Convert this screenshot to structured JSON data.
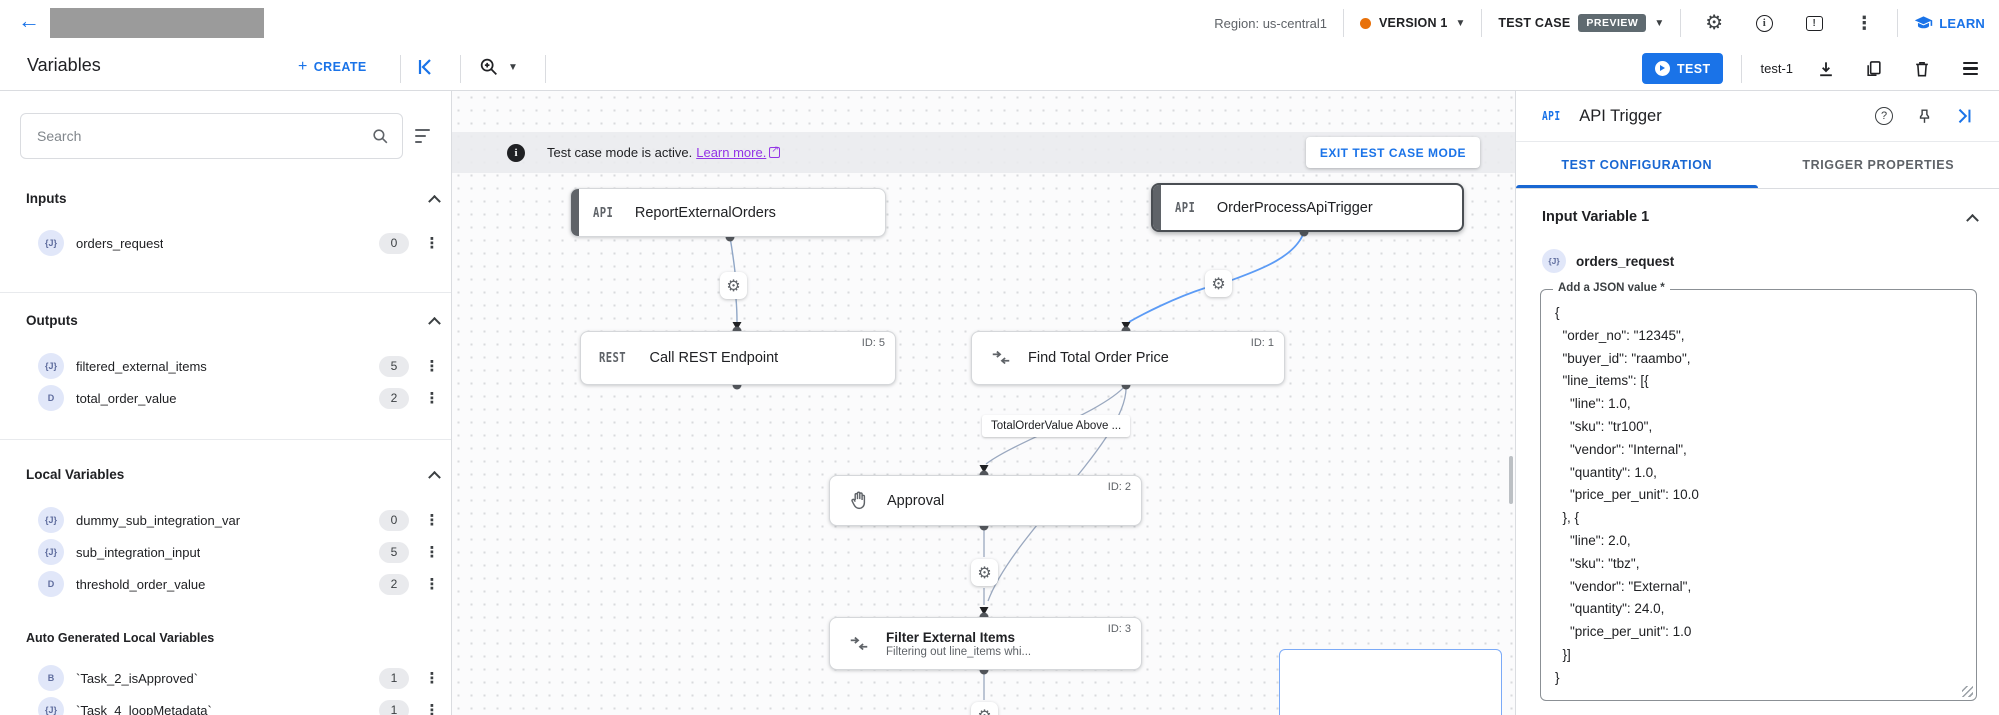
{
  "header": {
    "region": "Region: us-central1",
    "version_label": "VERSION 1",
    "test_case_label": "TEST CASE",
    "preview_badge": "PREVIEW",
    "learn_label": "LEARN"
  },
  "toolbar": {
    "title": "Variables",
    "create_label": "CREATE",
    "create_plus": "+",
    "test_button": "TEST",
    "test_name": "test-1"
  },
  "sidebar": {
    "search_placeholder": "Search",
    "sections": [
      {
        "title": "Inputs",
        "items": [
          {
            "type": "{J}",
            "name": "orders_request",
            "count": "0"
          }
        ]
      },
      {
        "title": "Outputs",
        "items": [
          {
            "type": "{J}",
            "name": "filtered_external_items",
            "count": "5"
          },
          {
            "type": "D",
            "name": "total_order_value",
            "count": "2"
          }
        ]
      },
      {
        "title": "Local Variables",
        "items": [
          {
            "type": "{J}",
            "name": "dummy_sub_integration_var",
            "count": "0"
          },
          {
            "type": "{J}",
            "name": "sub_integration_input",
            "count": "5"
          },
          {
            "type": "D",
            "name": "threshold_order_value",
            "count": "2"
          }
        ]
      },
      {
        "title": "Auto Generated Local Variables",
        "items": [
          {
            "type": "B",
            "name": "`Task_2_isApproved`",
            "count": "1"
          },
          {
            "type": "{J}",
            "name": "`Task_4_loopMetadata`",
            "count": "1"
          }
        ]
      }
    ]
  },
  "canvas": {
    "banner": {
      "text": "Test case mode is active.",
      "link": "Learn more.",
      "exit_button": "EXIT TEST CASE MODE"
    },
    "nodes": [
      {
        "badge": "API",
        "title": "ReportExternalOrders"
      },
      {
        "badge": "API",
        "title": "OrderProcessApiTrigger"
      },
      {
        "badge": "REST",
        "title": "Call REST Endpoint",
        "id": "ID: 5"
      },
      {
        "title": "Find Total Order Price",
        "id": "ID: 1"
      },
      {
        "title": "Approval",
        "id": "ID: 2"
      },
      {
        "title": "Filter External Items",
        "subtitle": "Filtering out line_items whi...",
        "id": "ID: 3"
      }
    ],
    "edge_label": "TotalOrderValue Above ..."
  },
  "panel": {
    "icon_label": "API",
    "title": "API Trigger",
    "tabs": [
      "TEST CONFIGURATION",
      "TRIGGER PROPERTIES"
    ],
    "section_title": "Input Variable 1",
    "var_type": "{J}",
    "var_name": "orders_request",
    "field_label": "Add a JSON value *",
    "json_value": "{\n  \"order_no\": \"12345\",\n  \"buyer_id\": \"raambo\",\n  \"line_items\": [{\n    \"line\": 1.0,\n    \"sku\": \"tr100\",\n    \"vendor\": \"Internal\",\n    \"quantity\": 1.0,\n    \"price_per_unit\": 10.0\n  }, {\n    \"line\": 2.0,\n    \"sku\": \"tbz\",\n    \"vendor\": \"External\",\n    \"quantity\": 24.0,\n    \"price_per_unit\": 1.0\n  }]\n}"
  },
  "colors": {
    "accent": "#1a73e8",
    "selected_edge": "#5c9bf5",
    "version_dot": "#e8710a",
    "link_purple": "#9334e6"
  }
}
